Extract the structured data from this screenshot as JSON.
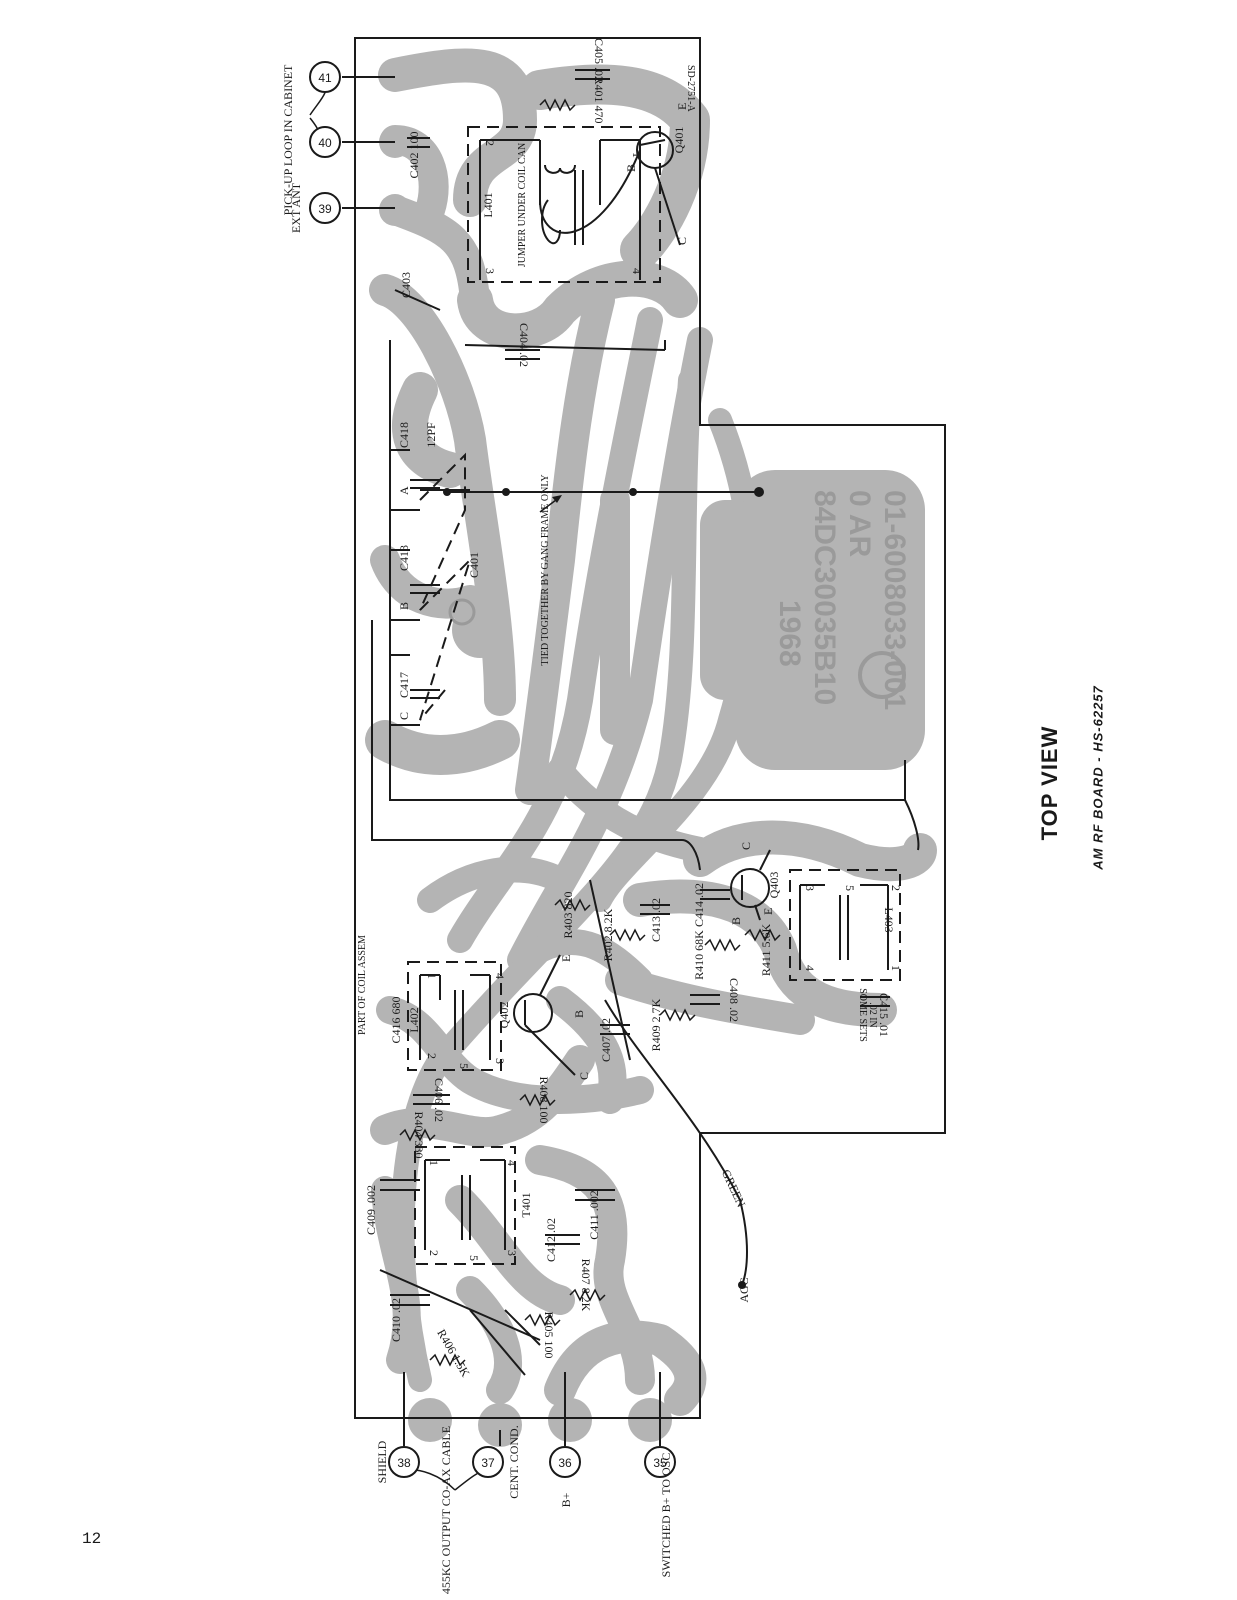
{
  "page": {
    "number": "12",
    "title": "TOP VIEW",
    "subtitle": "AM RF BOARD - HS-62257",
    "drawing_number": "SD-2751-A",
    "board_etching": [
      "01-6008033-001",
      "0 AR",
      "84DC30035B10",
      "1968"
    ]
  },
  "terminals": [
    {
      "id": "41",
      "label": ""
    },
    {
      "id": "40",
      "label": "PICK-UP LOOP IN CABINET"
    },
    {
      "id": "39",
      "label": "EXT ANT"
    },
    {
      "id": "38",
      "label": "SHIELD"
    },
    {
      "id": "37",
      "label": "CENT. COND."
    },
    {
      "id": "36",
      "label": "B+"
    },
    {
      "id": "35",
      "label": "SWITCHED B+ TO OSC"
    }
  ],
  "cable_label": "455KC OUTPUT CO-AX CABLE",
  "components": {
    "C405": "C405 .02",
    "R401": "R401 470",
    "C402": "C402 100",
    "L401": "L401",
    "jumper": "JUMPER UNDER COIL CAN",
    "Q401": "Q401",
    "C403": "C403",
    "C404": "C404 .02",
    "C418": "C418",
    "C418_val": "12PF",
    "C413": "C413",
    "C401": "C401",
    "C417": "C417",
    "gang_note": "TIED TOGETHER BY GANG FRAME ONLY",
    "L402": "L402",
    "C416": "C416 680",
    "coil_note": "PART OF COIL ASSEM",
    "Q402": "Q402",
    "R403": "R403 820",
    "R402": "R402 8.2K",
    "C413b": "C413 .02",
    "C414": "C414 .02",
    "Q403": "Q403",
    "R410": "R410 68K",
    "R411": "R411 5.6K",
    "L403": "L403",
    "C407": "C407 .02",
    "R409": "R409 2.7K",
    "C408": "C408 .02",
    "C415": "C415 .01",
    "some_sets": "SOME SETS",
    "in_note": ".02 IN",
    "C406": "C406 .02",
    "R408": "R408 100",
    "R404": "R404 330",
    "T401": "T401",
    "C409": "C409 .002",
    "C411": "C411 .002",
    "C412": "C412 .02",
    "R407": "R407 8.2K",
    "C410": "C410 .02",
    "R406": "R406 1.5K",
    "R405": "R405 100",
    "green": "GREEN",
    "agc": "AGC"
  },
  "pins": {
    "a": "A",
    "b": "B",
    "c": "C",
    "e": "E",
    "one": "1",
    "two": "2",
    "three": "3",
    "four": "4",
    "five": "5"
  },
  "colors": {
    "line": "#1a1a1a",
    "copper_foil": "#b4b4b4",
    "paper": "#ffffff"
  }
}
